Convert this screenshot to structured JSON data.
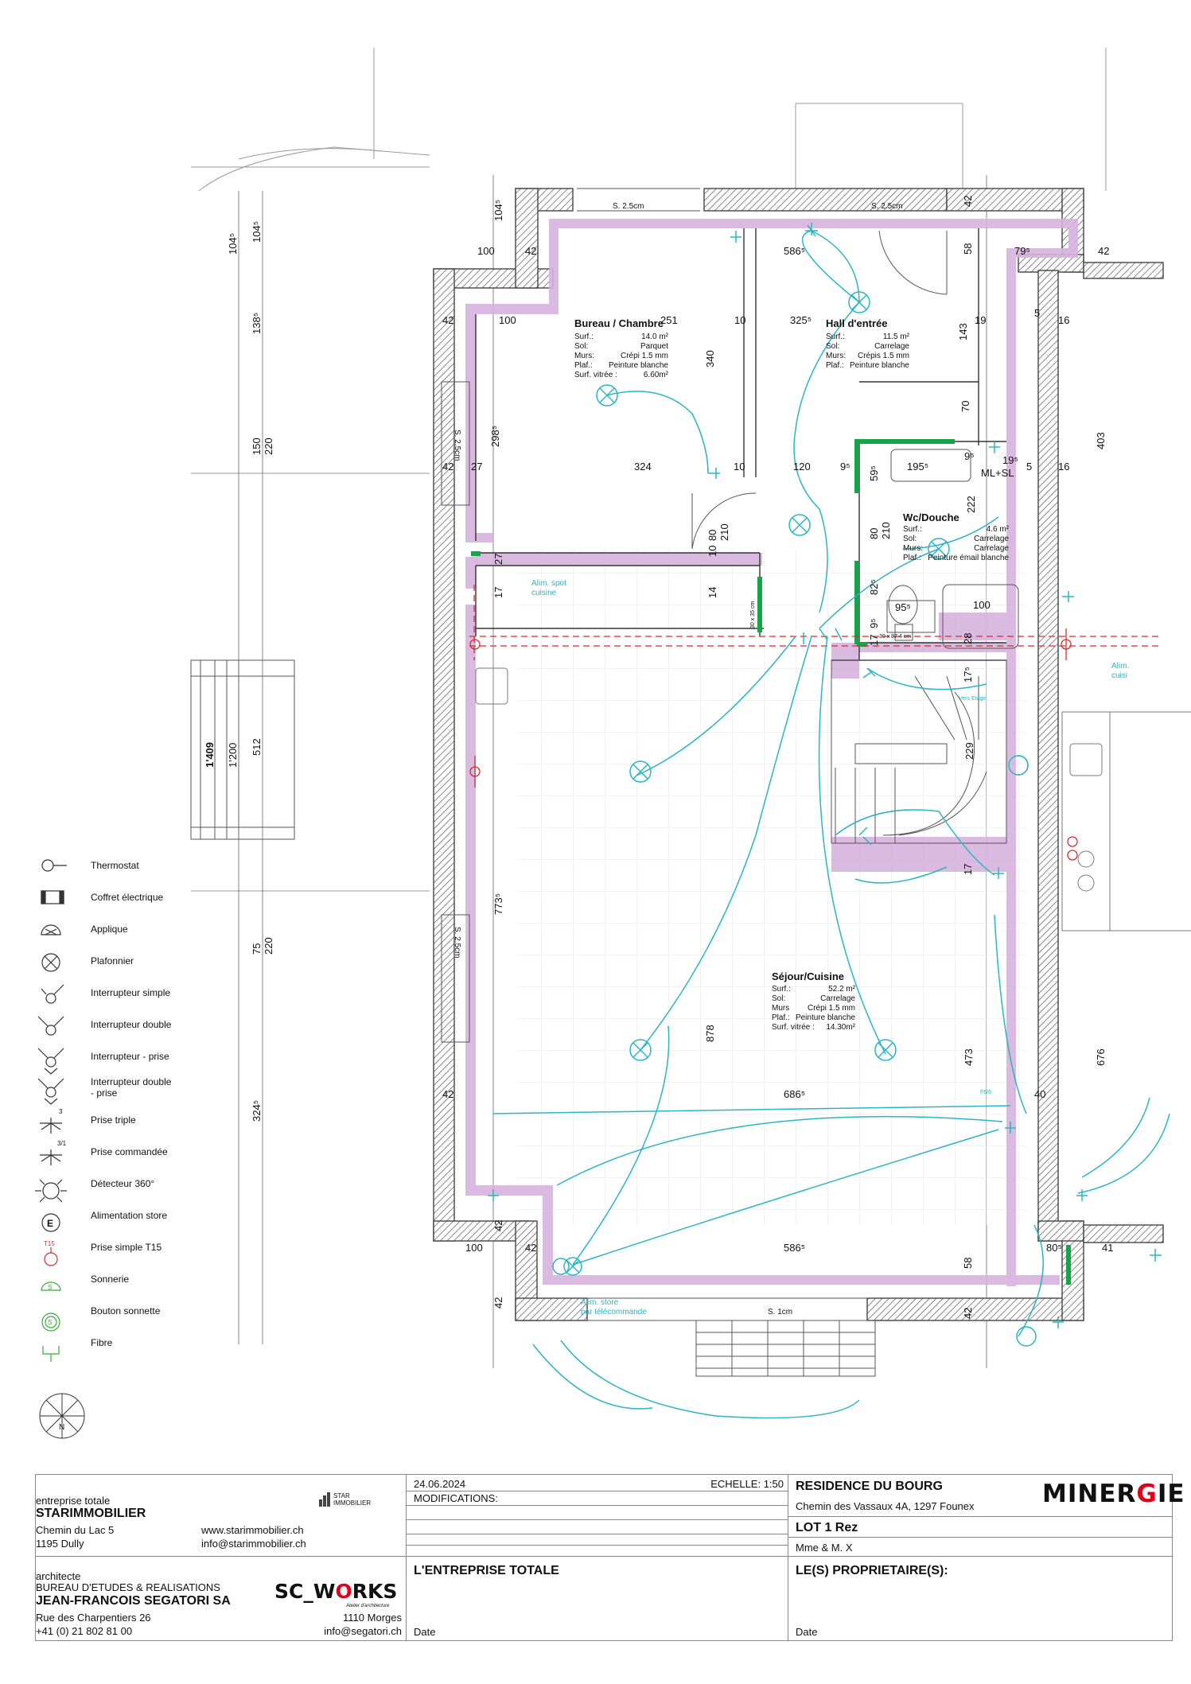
{
  "rooms": [
    {
      "name": "Bureau / Chambre",
      "rows": [
        [
          "Surf.:",
          "14.0 m²"
        ],
        [
          "Sol:",
          "Parquet"
        ],
        [
          "Murs:",
          "Crépi 1.5 mm"
        ],
        [
          "Plaf.:",
          "Peinture blanche"
        ],
        [
          "Surf. vitrée :",
          "6.60m²"
        ]
      ]
    },
    {
      "name": "Hall d'entrée",
      "rows": [
        [
          "Surf.:",
          "11.5 m²"
        ],
        [
          "Sol:",
          "Carrelage"
        ],
        [
          "Murs:",
          "Crépis 1.5 mm"
        ],
        [
          "Plaf.:",
          "Peinture blanche"
        ]
      ]
    },
    {
      "name": "Wc/Douche",
      "rows": [
        [
          "Surf.:",
          "4.6 m²"
        ],
        [
          "Sol:",
          "Carrelage"
        ],
        [
          "Murs:",
          "Carrelage"
        ],
        [
          "Plaf.:",
          "Peinture émail blanche"
        ]
      ]
    },
    {
      "name": "Séjour/Cuisine",
      "rows": [
        [
          "Surf.:",
          "52.2 m²"
        ],
        [
          "Sol:",
          "Carrelage"
        ],
        [
          "Murs",
          "Crépi 1.5 mm"
        ],
        [
          "Plaf.:",
          "Peinture blanche"
        ],
        [
          "Surf. vitrée :",
          "14.30m²"
        ]
      ]
    }
  ],
  "dimensions": {
    "d100a": "100",
    "d42a": "42",
    "d5865a": "586⁵",
    "d795": "79⁵",
    "d42b": "42",
    "d1045a": "104⁵",
    "d1045b": "104⁵",
    "d1045c": "104⁵",
    "d42c": "42",
    "d100b": "100",
    "d251": "251",
    "d10a": "10",
    "d3255": "325⁵",
    "d19": "19",
    "d5": "5",
    "d16a": "16",
    "d1385": "138⁵",
    "d340": "340",
    "d143": "143",
    "d150": "150",
    "d220a": "220",
    "d2985": "298⁵",
    "d70": "70",
    "d403": "403",
    "d42d": "42",
    "d27a": "27",
    "d324": "324",
    "d10b": "10",
    "d120": "120",
    "d95a": "9⁵",
    "d1955": "195⁵",
    "d95b": "9⁵",
    "d195": "19⁵",
    "d5b": "5",
    "d16b": "16",
    "mlsl": "ML+SL",
    "d80a": "80",
    "d210a": "210",
    "d595": "59⁵",
    "d222": "222",
    "d80b": "80",
    "d210b": "210",
    "d10c": "10",
    "d27b": "27",
    "d17a": "17",
    "d14": "14",
    "d825": "82⁵",
    "d955": "95⁵",
    "d100c": "100",
    "d95c": "9⁵",
    "d28": "28",
    "d17b": "17",
    "d1755": "17⁵",
    "d1409": "1'409",
    "d1200": "1'200",
    "d512": "512",
    "d229": "229",
    "d17c": "17",
    "d7735": "773⁵",
    "d75": "75",
    "d220b": "220",
    "d878": "878",
    "d473": "473",
    "d676": "676",
    "d3245": "324⁵",
    "d42e": "42",
    "d6865": "686⁵",
    "d40": "40",
    "d42f": "42",
    "d100d": "100",
    "d42g": "42",
    "d5865b": "586⁵",
    "d58a": "58",
    "d58b": "58",
    "d805": "80⁵",
    "d41": "41",
    "d42h": "42",
    "d42i": "42",
    "d42j": "42",
    "s25a": "S. 2.5cm",
    "s25b": "S. 2.5cm",
    "s25c": "S. 2.5cm",
    "s25d": "S. 2.5cm",
    "s1": "S. 1cm",
    "s874": "30 x 87.4 cm",
    "s30x35": "30 x 35 cm"
  },
  "annotations": {
    "alim_spot": "Alim. spot",
    "cuisine": "cuisine",
    "alim_cuisine": "Alim.",
    "cuisine2": "cuisi",
    "store": "Alim. store",
    "telecommande": "par télécommande",
    "f6": "F6/6",
    "verre": "Vers Etage"
  },
  "legend": [
    {
      "icon": "thermostat-icon",
      "label": "Thermostat"
    },
    {
      "icon": "electric-box-icon",
      "label": "Coffret électrique"
    },
    {
      "icon": "wall-light-icon",
      "label": "Applique"
    },
    {
      "icon": "ceiling-light-icon",
      "label": "Plafonnier"
    },
    {
      "icon": "single-switch-icon",
      "label": "Interrupteur simple"
    },
    {
      "icon": "double-switch-icon",
      "label": "Interrupteur double"
    },
    {
      "icon": "switch-socket-icon",
      "label": "Interrupteur - prise"
    },
    {
      "icon": "double-switch-socket-icon",
      "label": "Interrupteur double",
      "label2": "- prise"
    },
    {
      "icon": "triple-socket-icon",
      "label": "Prise triple",
      "mark": "3"
    },
    {
      "icon": "controlled-socket-icon",
      "label": "Prise commandée",
      "mark": "3/1"
    },
    {
      "icon": "detector-icon",
      "label": "Détecteur 360°"
    },
    {
      "icon": "blind-supply-icon",
      "label": "Alimentation store",
      "mark": "E"
    },
    {
      "icon": "t15-socket-icon",
      "label": "Prise simple T15",
      "mark": "T15"
    },
    {
      "icon": "bell-icon",
      "label": "Sonnerie",
      "mark": "S"
    },
    {
      "icon": "bell-button-icon",
      "label": "Bouton sonnette",
      "mark": "S"
    },
    {
      "icon": "fiber-icon",
      "label": "Fibre"
    }
  ],
  "compass": "N",
  "titleblock": {
    "et_label": "entreprise totale",
    "et_name": "STARIMMOBILIER",
    "et_addr1": "Chemin du Lac 5",
    "et_addr2": "1195  Dully",
    "et_web": "www.starimmobilier.ch",
    "et_mail": "info@starimmobilier.ch",
    "star_logo1": "STAR",
    "star_logo2": "IMMOBILIER",
    "arch_label": "architecte",
    "arch_name1": "BUREAU D'ETUDES & REALISATIONS",
    "arch_name2": "JEAN-FRANCOIS SEGATORI SA",
    "arch_addr1": "Rue des Charpentiers 26",
    "arch_phone": "+41 (0) 21 802 81 00",
    "arch_city": "1110 Morges",
    "arch_mail": "info@segatori.ch",
    "sc_logo_a": "SC_W",
    "sc_logo_o": "O",
    "sc_logo_b": "RKS",
    "sc_sub": "Atelier d'architecture",
    "date": "24.06.2024",
    "echelle": "ECHELLE: 1:50",
    "modifications": "MODIFICATIONS:",
    "entreprise_totale": "L'ENTREPRISE TOTALE",
    "date_label1": "Date",
    "residence": "RESIDENCE DU BOURG",
    "address": "Chemin des Vassaux 4A, 1297 Founex",
    "lot": "LOT 1 Rez",
    "owner": "Mme & M. X",
    "proprietaires": "LE(S) PROPRIETAIRE(S):",
    "date_label2": "Date",
    "minergie_a": "MINER",
    "minergie_g": "G",
    "minergie_b": "IE"
  },
  "colors": {
    "wall": "#444",
    "insulation": "#d6b3dd",
    "wiring": "#2bb5c4",
    "green": "#16a34a",
    "red": "#d32f2f"
  }
}
